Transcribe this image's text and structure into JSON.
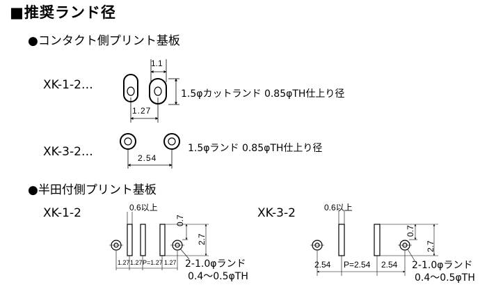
{
  "title": "■推奨ランド径",
  "contact_section": {
    "heading": "●コンタクト側プリント基板",
    "xk12": {
      "model": "XK-1-2…",
      "dim_width": "1.1",
      "dim_pitch": "1.27",
      "note": "1.5φカットランド 0.85φTH仕上り径"
    },
    "xk32": {
      "model": "XK-3-2…",
      "dim_pitch": "2.54",
      "note": "1.5φランド 0.85φTH仕上り径"
    }
  },
  "solder_section": {
    "heading": "●半田付側プリント基板",
    "xk12": {
      "model": "XK-1-2",
      "dim_pad_width": "0.6以上",
      "dim_pad_short": "0.7",
      "dim_pad_long": "2.7",
      "pitch_labels": [
        "1.27",
        "1.27",
        "P=1.27",
        "1.27"
      ],
      "note_line1": "2-1.0φランド",
      "note_line2": "0.4～0.5φTH"
    },
    "xk32": {
      "model": "XK-3-2",
      "dim_pad_width": "0.6以上",
      "dim_pad_short": "0.7",
      "dim_pad_long": "2.7",
      "pitch_labels": [
        "2.54",
        "P=2.54",
        "2.54"
      ],
      "note_line1": "2-1.0φランド",
      "note_line2": "0.4～0.5φTH"
    }
  }
}
